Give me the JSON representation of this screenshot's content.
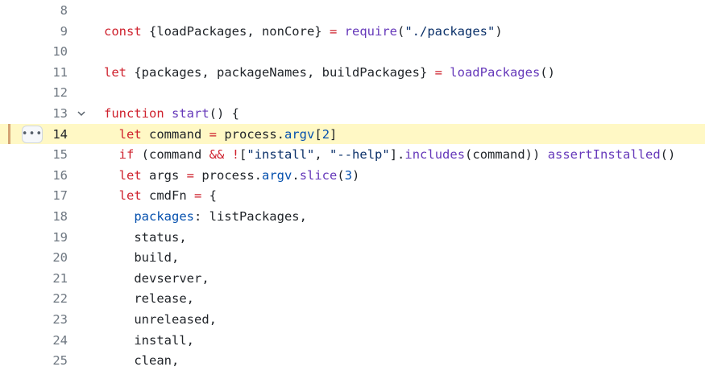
{
  "editor": {
    "highlighted_line": "14",
    "more_button_label": "•••",
    "lines": [
      {
        "num": "8",
        "tokens": []
      },
      {
        "num": "9",
        "tokens": [
          {
            "t": "kw",
            "v": "const"
          },
          {
            "t": "",
            "v": " {loadPackages, nonCore} "
          },
          {
            "t": "kw",
            "v": "="
          },
          {
            "t": "",
            "v": " "
          },
          {
            "t": "fn",
            "v": "require"
          },
          {
            "t": "",
            "v": "("
          },
          {
            "t": "str",
            "v": "\"./packages\""
          },
          {
            "t": "",
            "v": ")"
          }
        ]
      },
      {
        "num": "10",
        "tokens": []
      },
      {
        "num": "11",
        "tokens": [
          {
            "t": "kw",
            "v": "let"
          },
          {
            "t": "",
            "v": " {packages, packageNames, buildPackages} "
          },
          {
            "t": "kw",
            "v": "="
          },
          {
            "t": "",
            "v": " "
          },
          {
            "t": "fn",
            "v": "loadPackages"
          },
          {
            "t": "",
            "v": "()"
          }
        ]
      },
      {
        "num": "12",
        "tokens": []
      },
      {
        "num": "13",
        "fold": true,
        "tokens": [
          {
            "t": "kw",
            "v": "function"
          },
          {
            "t": "",
            "v": " "
          },
          {
            "t": "fn",
            "v": "start"
          },
          {
            "t": "",
            "v": "() {"
          }
        ]
      },
      {
        "num": "14",
        "tokens": [
          {
            "t": "",
            "v": "  "
          },
          {
            "t": "kw",
            "v": "let"
          },
          {
            "t": "",
            "v": " command "
          },
          {
            "t": "kw",
            "v": "="
          },
          {
            "t": "",
            "v": " process."
          },
          {
            "t": "prop",
            "v": "argv"
          },
          {
            "t": "",
            "v": "["
          },
          {
            "t": "num",
            "v": "2"
          },
          {
            "t": "",
            "v": "]"
          }
        ]
      },
      {
        "num": "15",
        "tokens": [
          {
            "t": "",
            "v": "  "
          },
          {
            "t": "kw",
            "v": "if"
          },
          {
            "t": "",
            "v": " (command "
          },
          {
            "t": "kw",
            "v": "&&"
          },
          {
            "t": "",
            "v": " "
          },
          {
            "t": "kw",
            "v": "!"
          },
          {
            "t": "",
            "v": "["
          },
          {
            "t": "str",
            "v": "\"install\""
          },
          {
            "t": "",
            "v": ", "
          },
          {
            "t": "str",
            "v": "\"--help\""
          },
          {
            "t": "",
            "v": "]."
          },
          {
            "t": "fn",
            "v": "includes"
          },
          {
            "t": "",
            "v": "(command)) "
          },
          {
            "t": "fn",
            "v": "assertInstalled"
          },
          {
            "t": "",
            "v": "()"
          }
        ]
      },
      {
        "num": "16",
        "tokens": [
          {
            "t": "",
            "v": "  "
          },
          {
            "t": "kw",
            "v": "let"
          },
          {
            "t": "",
            "v": " args "
          },
          {
            "t": "kw",
            "v": "="
          },
          {
            "t": "",
            "v": " process."
          },
          {
            "t": "prop",
            "v": "argv"
          },
          {
            "t": "",
            "v": "."
          },
          {
            "t": "fn",
            "v": "slice"
          },
          {
            "t": "",
            "v": "("
          },
          {
            "t": "num",
            "v": "3"
          },
          {
            "t": "",
            "v": ")"
          }
        ]
      },
      {
        "num": "17",
        "tokens": [
          {
            "t": "",
            "v": "  "
          },
          {
            "t": "kw",
            "v": "let"
          },
          {
            "t": "",
            "v": " cmdFn "
          },
          {
            "t": "kw",
            "v": "="
          },
          {
            "t": "",
            "v": " {"
          }
        ]
      },
      {
        "num": "18",
        "tokens": [
          {
            "t": "",
            "v": "    "
          },
          {
            "t": "prop",
            "v": "packages"
          },
          {
            "t": "",
            "v": ": listPackages,"
          }
        ]
      },
      {
        "num": "19",
        "tokens": [
          {
            "t": "",
            "v": "    status,"
          }
        ]
      },
      {
        "num": "20",
        "tokens": [
          {
            "t": "",
            "v": "    build,"
          }
        ]
      },
      {
        "num": "21",
        "tokens": [
          {
            "t": "",
            "v": "    devserver,"
          }
        ]
      },
      {
        "num": "22",
        "tokens": [
          {
            "t": "",
            "v": "    release,"
          }
        ]
      },
      {
        "num": "23",
        "tokens": [
          {
            "t": "",
            "v": "    unreleased,"
          }
        ]
      },
      {
        "num": "24",
        "tokens": [
          {
            "t": "",
            "v": "    install,"
          }
        ]
      },
      {
        "num": "25",
        "tokens": [
          {
            "t": "",
            "v": "    clean,"
          }
        ]
      }
    ]
  }
}
